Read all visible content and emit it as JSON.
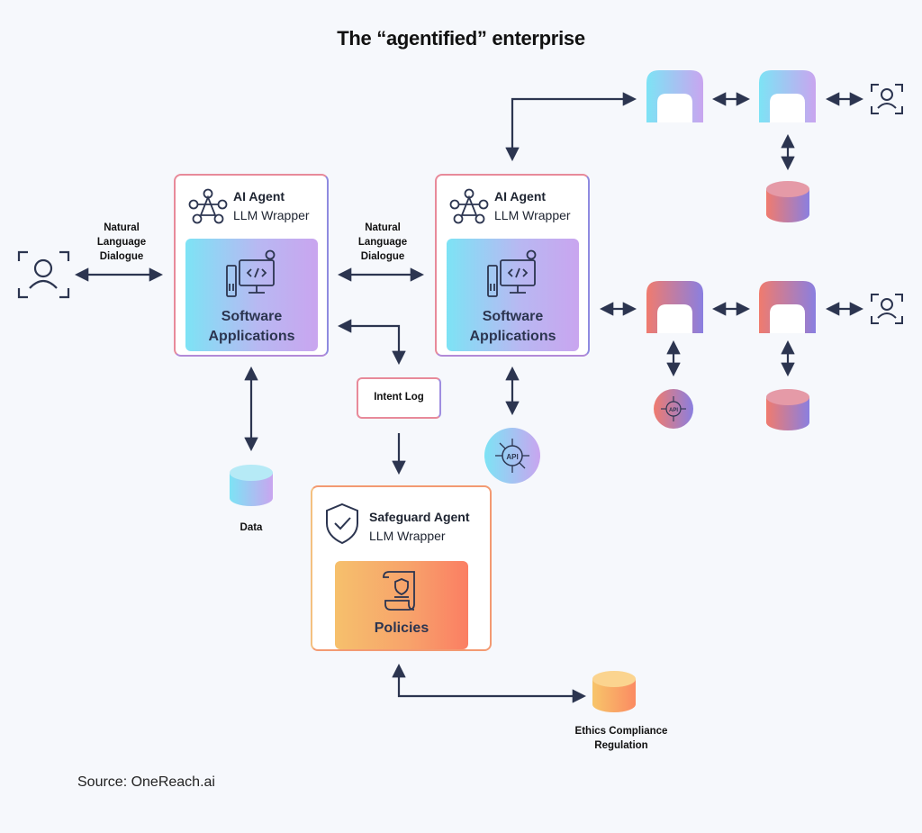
{
  "title": "The “agentified” enterprise",
  "source": "Source: OneReach.ai",
  "agent1": {
    "title": "AI Agent",
    "subtitle": "LLM Wrapper",
    "inner": "Software Applications"
  },
  "agent2": {
    "title": "AI Agent",
    "subtitle": "LLM Wrapper",
    "inner": "Software Applications"
  },
  "safeguard": {
    "title": "Safeguard Agent",
    "subtitle": "LLM Wrapper",
    "inner": "Policies"
  },
  "labels": {
    "nl_left": "Natural Language Dialogue",
    "nl_mid": "Natural Language Dialogue",
    "intent_log": "Intent Log",
    "data": "Data",
    "ethics": "Ethics Compliance Regulation",
    "api": "API"
  },
  "icons": [
    "user-icon",
    "network-icon",
    "computer-icon",
    "gear-icon",
    "shield-check-icon",
    "document-icon",
    "api-icon",
    "database-icon"
  ],
  "colors": {
    "cyan": "#7de3f5",
    "violet": "#c9a5ef",
    "coral": "#f07b6e",
    "orange": "#f6b26b",
    "arrow": "#2c3550"
  }
}
